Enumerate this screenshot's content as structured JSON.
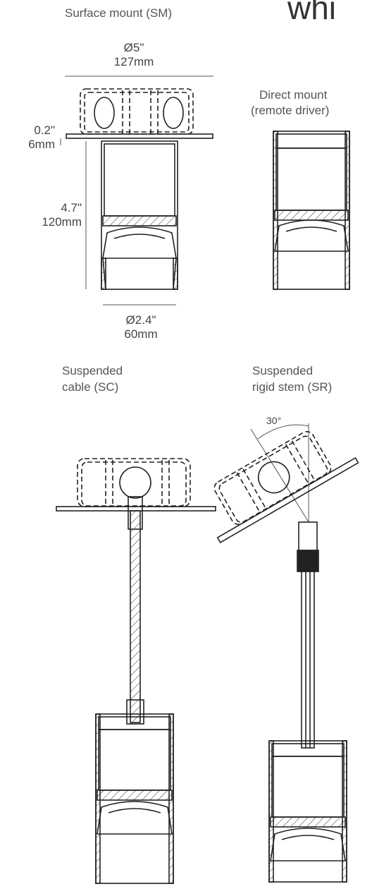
{
  "header": {
    "partial_word": "whi"
  },
  "surface_mount": {
    "label": "Surface mount (SM)",
    "canopy_dia_in": "Ø5\"",
    "canopy_dia_mm": "127mm",
    "canopy_thickness_in": "0.2\"",
    "canopy_thickness_mm": "6mm",
    "height_in": "4.7\"",
    "height_mm": "120mm",
    "body_dia_in": "Ø2.4\"",
    "body_dia_mm": "60mm"
  },
  "direct_mount": {
    "label_line1": "Direct mount",
    "label_line2": "(remote driver)"
  },
  "suspended_cable": {
    "label_line1": "Suspended",
    "label_line2": "cable (SC)"
  },
  "suspended_rigid": {
    "label_line1": "Suspended",
    "label_line2": "rigid stem (SR)",
    "angle": "30°"
  }
}
